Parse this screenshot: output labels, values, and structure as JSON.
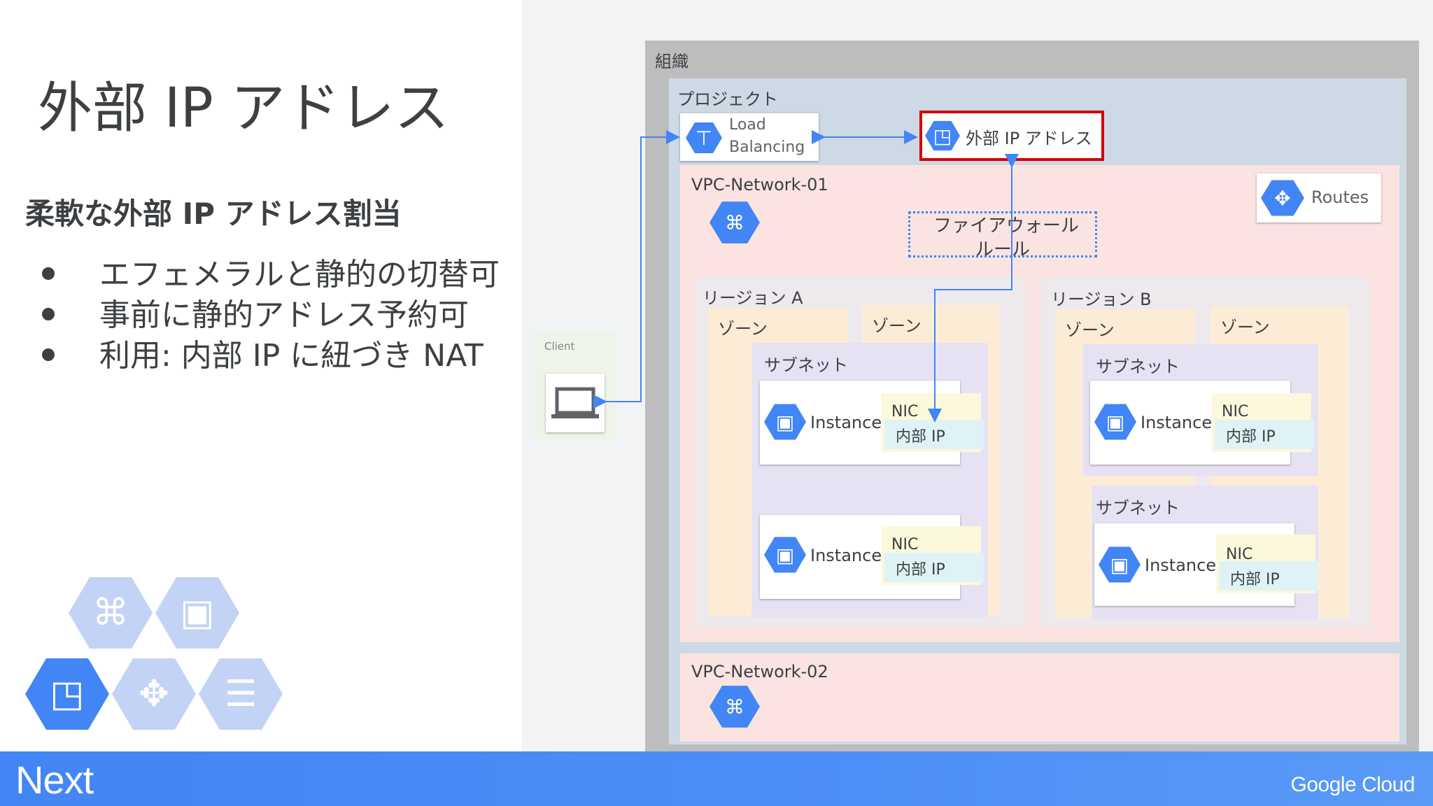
{
  "slide": {
    "title": "外部 IP アドレス",
    "subtitle": "柔軟な外部 IP アドレス割当",
    "bullets": [
      "エフェメラルと静的の切替可",
      "事前に静的アドレス予約可",
      "利用: 内部 IP に紐づき NAT"
    ]
  },
  "footer": {
    "left_logo": "Next",
    "right_logo": "Google Cloud"
  },
  "diagram": {
    "organization_label": "組織",
    "project_label": "プロジェクト",
    "load_balancing_label_1": "Load",
    "load_balancing_label_2": "Balancing",
    "external_ip_label": "外部 IP アドレス",
    "client_label": "Client",
    "vpc1_label": "VPC-Network-01",
    "vpc2_label": "VPC-Network-02",
    "routes_label": "Routes",
    "firewall_label_1": "ファイアウォール",
    "firewall_label_2": "ルール",
    "region_a_label": "リージョン A",
    "region_b_label": "リージョン B",
    "zone_label": "ゾーン",
    "subnet_label": "サブネット",
    "instance_label": "Instance",
    "nic_label": "NIC",
    "internal_ip_label": "内部 IP"
  },
  "colors": {
    "accent_blue": "#4285f4",
    "highlight_red": "#d50000"
  }
}
